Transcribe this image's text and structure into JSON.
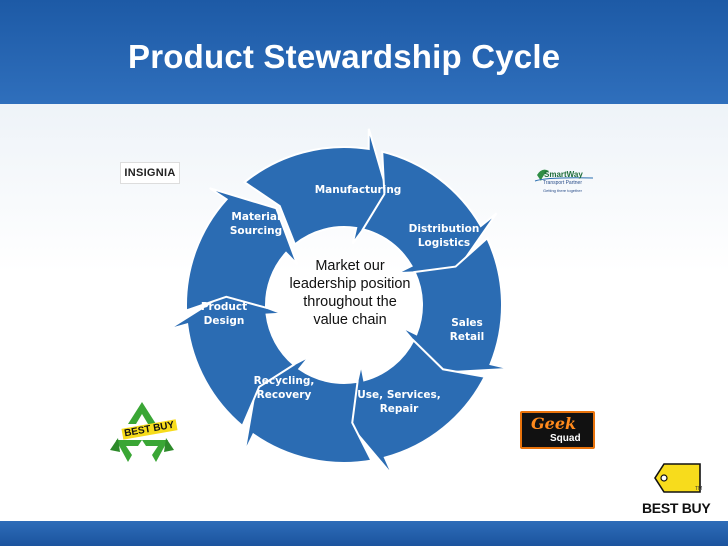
{
  "slide": {
    "title": "Product Stewardship Cycle"
  },
  "cycle": {
    "center_lines": [
      "Market our",
      "leadership position",
      "throughout the",
      "value chain"
    ],
    "stages": [
      {
        "id": "manufacturing",
        "lines": [
          "Manufacturing"
        ]
      },
      {
        "id": "distribution",
        "lines": [
          "Distribution",
          "Logistics"
        ]
      },
      {
        "id": "sales",
        "lines": [
          "Sales",
          "Retail"
        ]
      },
      {
        "id": "use",
        "lines": [
          "Use, Services,",
          "Repair"
        ]
      },
      {
        "id": "recycling",
        "lines": [
          "Recycling,",
          "Recovery"
        ]
      },
      {
        "id": "design",
        "lines": [
          "Product",
          "Design"
        ]
      },
      {
        "id": "material",
        "lines": [
          "Material",
          "Sourcing"
        ]
      }
    ],
    "arrow_color": "#2b6cb3",
    "arrow_stroke": "#ffffff"
  },
  "logos": {
    "insignia": "INSIGNIA",
    "smartway": {
      "name": "SmartWay",
      "sub": "Transport Partner",
      "sub2": "Getting there together"
    },
    "geeksquad": {
      "line1": "Geek",
      "line2": "Squad"
    },
    "bestbuy_recycle": "BEST BUY",
    "bestbuy": "BEST BUY",
    "bestbuy_tm": "TM"
  },
  "colors": {
    "header": "#1d5aa6",
    "footer": "#2e6db9",
    "recycle_green": "#3aa635",
    "bestbuy_yellow": "#f7dc1c"
  }
}
